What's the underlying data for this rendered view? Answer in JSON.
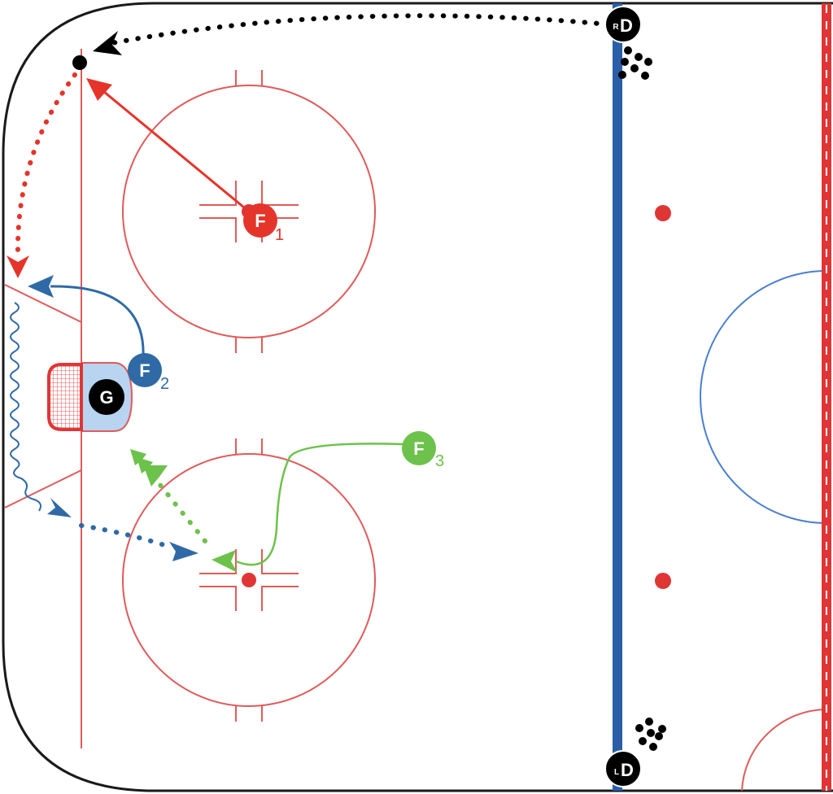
{
  "colors": {
    "rink_line": "#e05a5a",
    "red_line": "#e03535",
    "blue_line": "#2a5fa8",
    "center_circle": "#4a7fd0",
    "board": "#1a1a1a",
    "forward_1": "#e5342a",
    "forward_2": "#2f6aa6",
    "forward_3": "#6cc24a",
    "goalie": "#000000",
    "defense": "#000000",
    "puck": "#000000",
    "crease_fill": "#b8d4f0"
  },
  "players": {
    "f1": {
      "letter": "F",
      "number": "1",
      "role": "forward"
    },
    "f2": {
      "letter": "F",
      "number": "2",
      "role": "forward"
    },
    "f3": {
      "letter": "F",
      "number": "3",
      "role": "forward"
    },
    "goalie": {
      "letter": "G",
      "role": "goalie"
    },
    "rd": {
      "letter": "D",
      "prefix": "R",
      "role": "defense"
    },
    "ld": {
      "letter": "D",
      "prefix": "L",
      "role": "defense"
    }
  },
  "icons": {
    "puck_pile": "puck-pile-icon",
    "net": "goal-net-icon"
  }
}
